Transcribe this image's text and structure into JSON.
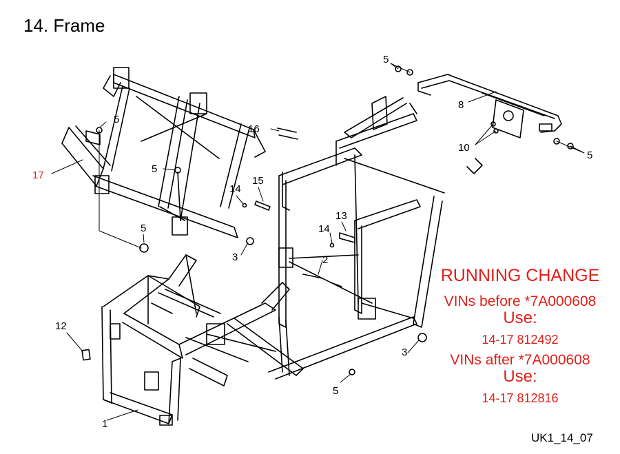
{
  "title": "14. Frame",
  "callouts": {
    "c1": "1",
    "c2": "2",
    "c3a": "3",
    "c3b": "3",
    "c5a": "5",
    "c5b": "5",
    "c5c": "5",
    "c5d": "5",
    "c5e": "5",
    "c5f": "5",
    "c8": "8",
    "c10": "10",
    "c12": "12",
    "c13": "13",
    "c14a": "14",
    "c14b": "14",
    "c15": "15",
    "c16": "16",
    "c17": "17"
  },
  "notice": {
    "heading": "RUNNING CHANGE",
    "before_label": "VINs before *7A000608",
    "before_use": "Use:",
    "before_part": "14-17  812492",
    "after_label": "VINs after *7A000608",
    "after_use": "Use:",
    "after_part": "14-17  812816"
  },
  "drawing_code": "UK1_14_07",
  "colors": {
    "line": "#000000",
    "accent_red": "#e0201a",
    "background": "#ffffff"
  }
}
